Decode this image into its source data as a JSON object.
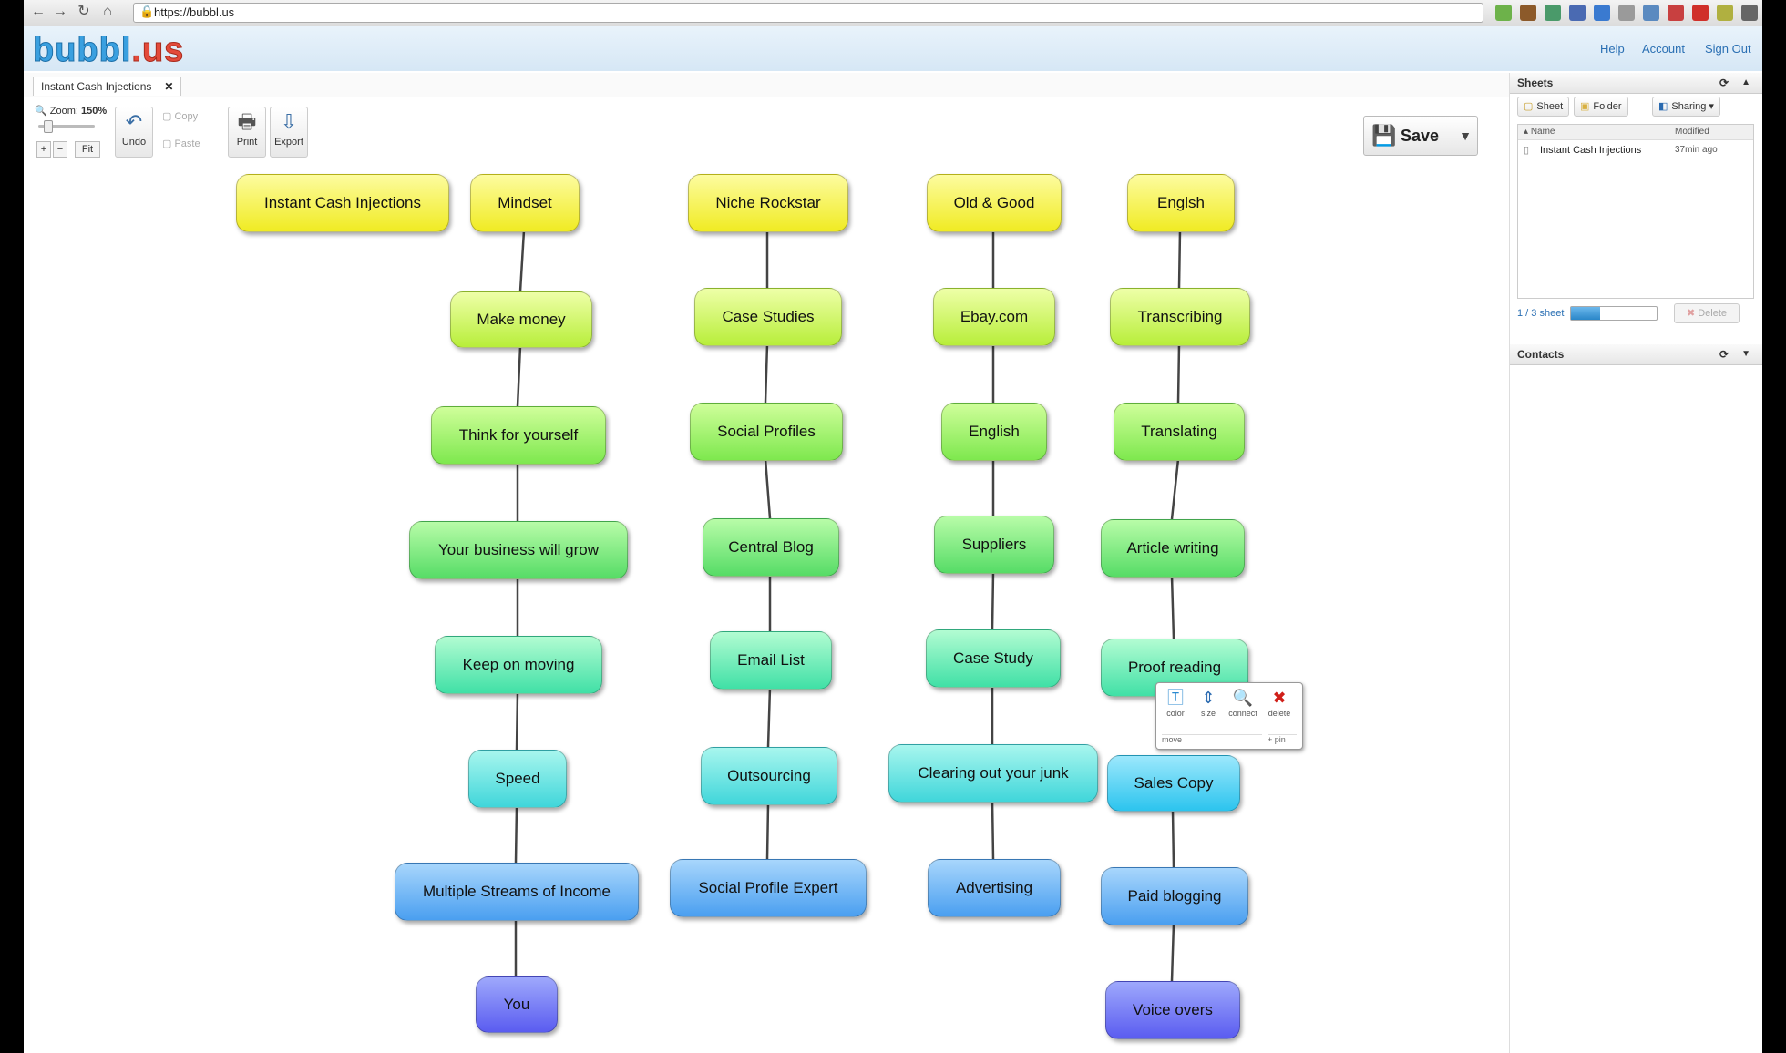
{
  "browser": {
    "url": "https://bubbl.us",
    "back_icon": "←",
    "forward_icon": "→",
    "reload_icon": "↻",
    "home_icon": "⌂",
    "lock_icon": "🔒"
  },
  "app": {
    "logo_part1": "bubbl",
    "logo_part2": ".us",
    "links": {
      "help": "Help",
      "account": "Account",
      "signout": "Sign Out"
    }
  },
  "tab": {
    "title": "Instant Cash Injections",
    "close": "✕"
  },
  "toolbar": {
    "zoom_label": "Zoom:",
    "zoom_value": "150%",
    "zoom_in": "+",
    "zoom_out": "−",
    "fit": "Fit",
    "undo": "Undo",
    "copy": "Copy",
    "paste": "Paste",
    "print": "Print",
    "export": "Export",
    "save": "Save"
  },
  "map": {
    "nodes": [
      {
        "id": "n1",
        "label": "Instant Cash Injections",
        "color": "yellow"
      },
      {
        "id": "n2",
        "label": "Mindset",
        "color": "yellow"
      },
      {
        "id": "n3",
        "label": "Niche Rockstar",
        "color": "yellow"
      },
      {
        "id": "n4",
        "label": "Old & Good",
        "color": "yellow"
      },
      {
        "id": "n5",
        "label": "Englsh",
        "color": "yellow"
      },
      {
        "id": "n6",
        "label": "Make money",
        "color": "lime"
      },
      {
        "id": "n7",
        "label": "Case Studies",
        "color": "lime"
      },
      {
        "id": "n8",
        "label": "Ebay.com",
        "color": "lime"
      },
      {
        "id": "n9",
        "label": "Transcribing",
        "color": "lime"
      },
      {
        "id": "n10",
        "label": "Think for yourself",
        "color": "green1"
      },
      {
        "id": "n11",
        "label": "Social Profiles",
        "color": "green1"
      },
      {
        "id": "n12",
        "label": "English",
        "color": "green1"
      },
      {
        "id": "n13",
        "label": "Translating",
        "color": "green1"
      },
      {
        "id": "n14",
        "label": "Your business will grow",
        "color": "green2"
      },
      {
        "id": "n15",
        "label": "Central Blog",
        "color": "green2"
      },
      {
        "id": "n16",
        "label": "Suppliers",
        "color": "green2"
      },
      {
        "id": "n17",
        "label": "Article writing",
        "color": "green2"
      },
      {
        "id": "n18",
        "label": "Keep on moving",
        "color": "teal1"
      },
      {
        "id": "n19",
        "label": "Email List",
        "color": "teal1"
      },
      {
        "id": "n20",
        "label": "Case Study",
        "color": "teal1"
      },
      {
        "id": "n21",
        "label": "Proof reading",
        "color": "teal1"
      },
      {
        "id": "n22",
        "label": "Speed",
        "color": "teal2"
      },
      {
        "id": "n23",
        "label": "Outsourcing",
        "color": "teal2"
      },
      {
        "id": "n24",
        "label": "Clearing out your junk",
        "color": "teal2"
      },
      {
        "id": "n25",
        "label": "Sales Copy",
        "color": "cyan"
      },
      {
        "id": "n26",
        "label": "Multiple Streams of Income",
        "color": "blue"
      },
      {
        "id": "n27",
        "label": "Social Profile Expert",
        "color": "blue"
      },
      {
        "id": "n28",
        "label": "Advertising",
        "color": "blue"
      },
      {
        "id": "n29",
        "label": "Paid blogging",
        "color": "blue"
      },
      {
        "id": "n30",
        "label": "You",
        "color": "purple"
      },
      {
        "id": "n31",
        "label": "Voice overs",
        "color": "purple"
      }
    ],
    "edges": [
      [
        "n2",
        "n6"
      ],
      [
        "n6",
        "n10"
      ],
      [
        "n10",
        "n14"
      ],
      [
        "n14",
        "n18"
      ],
      [
        "n18",
        "n22"
      ],
      [
        "n22",
        "n26"
      ],
      [
        "n26",
        "n30"
      ],
      [
        "n3",
        "n7"
      ],
      [
        "n7",
        "n11"
      ],
      [
        "n11",
        "n15"
      ],
      [
        "n15",
        "n19"
      ],
      [
        "n19",
        "n23"
      ],
      [
        "n23",
        "n27"
      ],
      [
        "n4",
        "n8"
      ],
      [
        "n8",
        "n12"
      ],
      [
        "n12",
        "n16"
      ],
      [
        "n16",
        "n20"
      ],
      [
        "n20",
        "n24"
      ],
      [
        "n24",
        "n28"
      ],
      [
        "n5",
        "n9"
      ],
      [
        "n9",
        "n13"
      ],
      [
        "n13",
        "n17"
      ],
      [
        "n17",
        "n21"
      ],
      [
        "n25",
        "n29"
      ],
      [
        "n29",
        "n31"
      ]
    ]
  },
  "node_popup": {
    "color": "color",
    "size": "size",
    "connect": "connect",
    "delete": "delete",
    "move": "move",
    "pin": "pin"
  },
  "sidebar": {
    "sheets_title": "Sheets",
    "sheet_btn": "Sheet",
    "folder_btn": "Folder",
    "sharing_btn": "Sharing",
    "col_name": "Name",
    "col_modified": "Modified",
    "files": [
      {
        "name": "Instant Cash Injections",
        "modified": "37min ago"
      }
    ],
    "pager": "1 / 3 sheet",
    "pager_progress": 0.34,
    "delete_btn": "Delete",
    "contacts_title": "Contacts"
  }
}
